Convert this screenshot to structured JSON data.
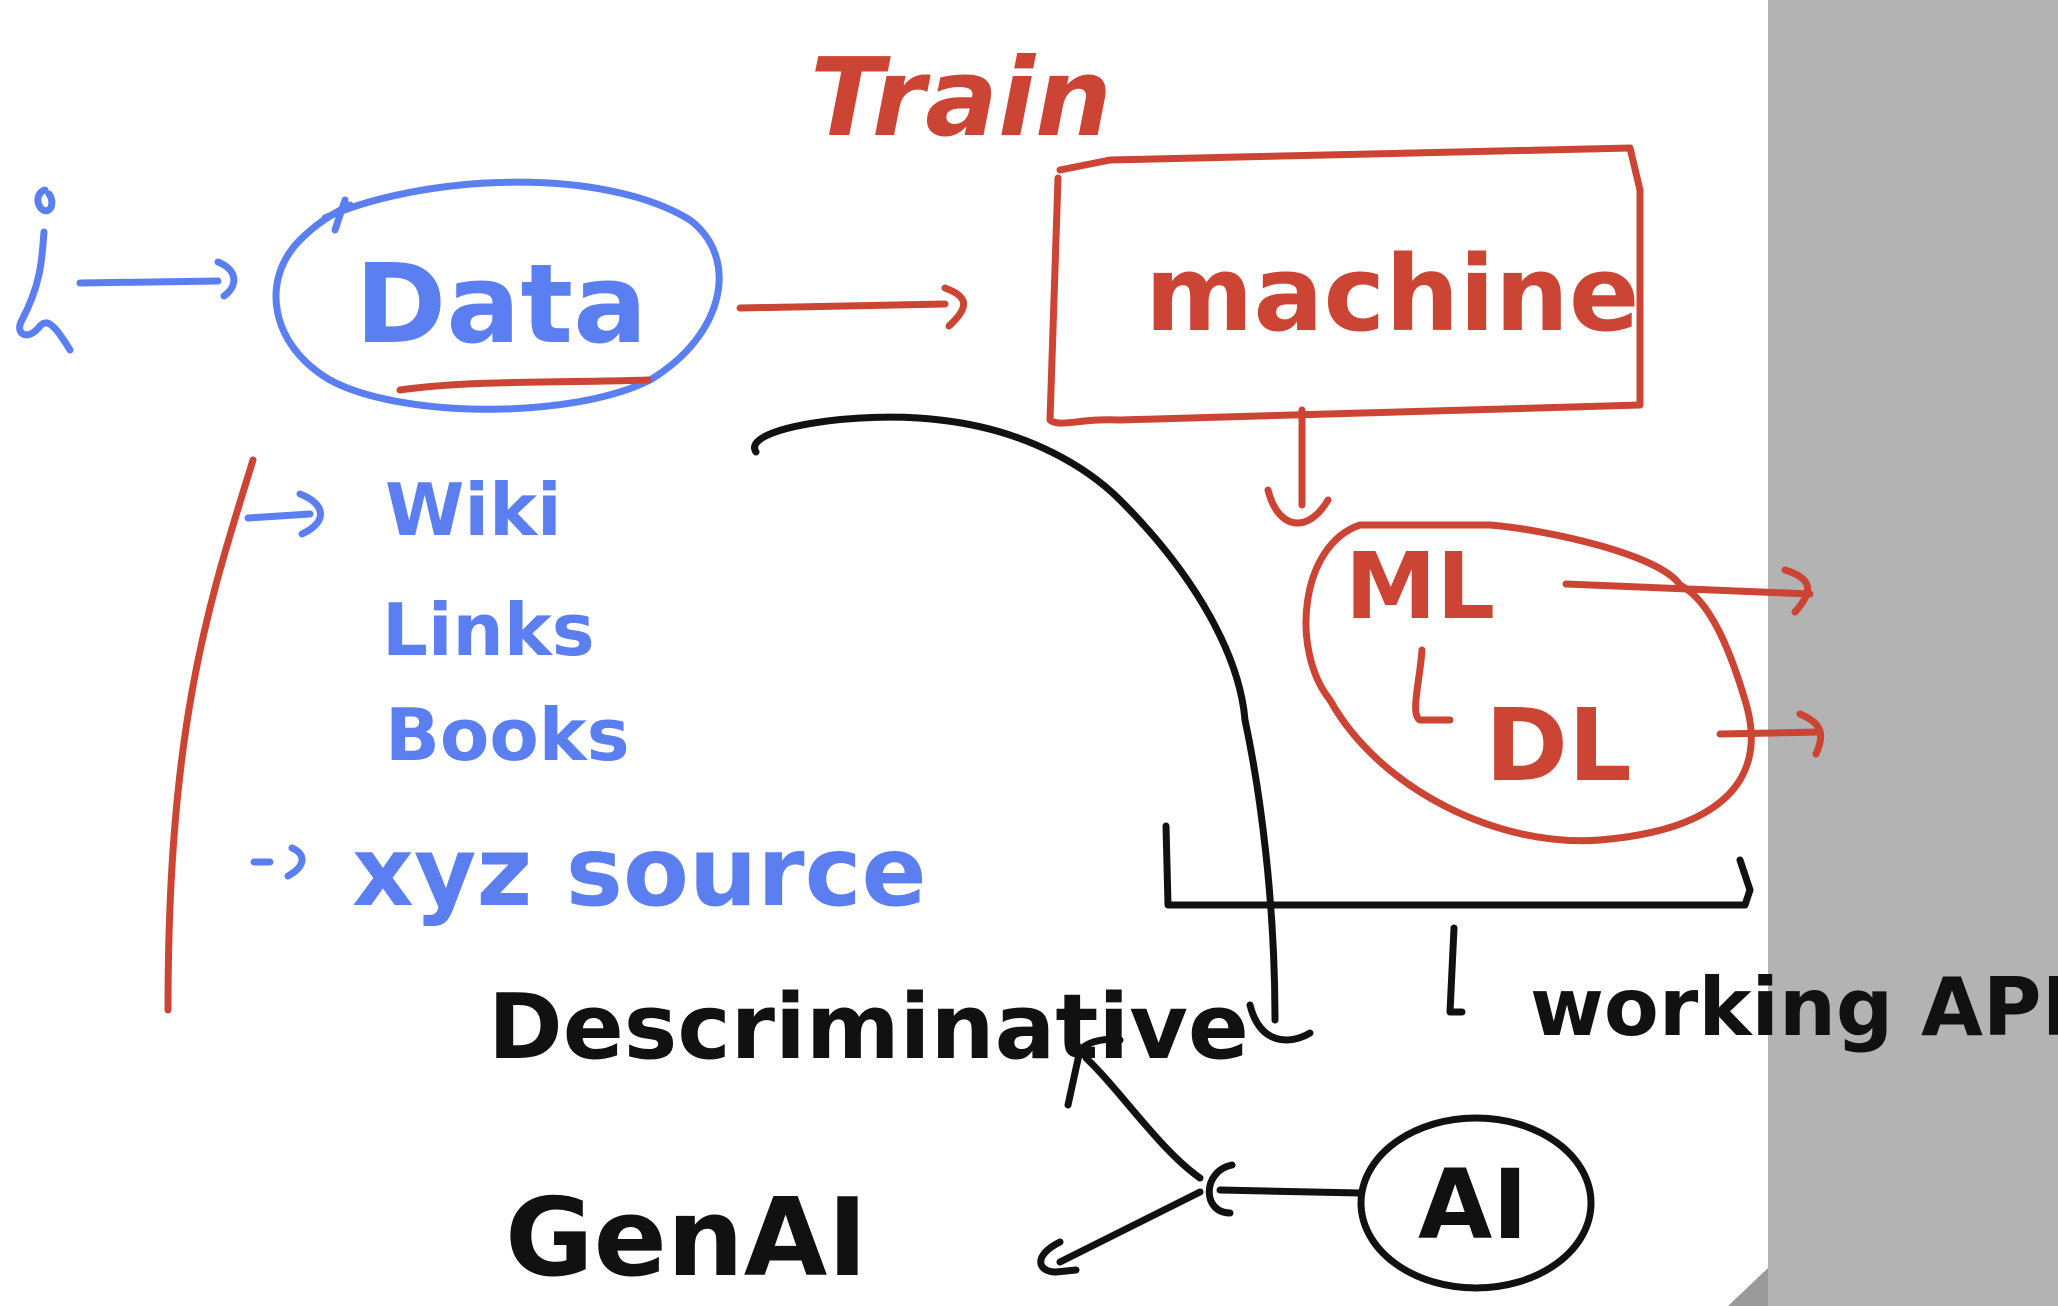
{
  "colors": {
    "blue": "#5B7FF0",
    "red": "#CC4433",
    "black": "#111111",
    "panel": "#B3B3B3",
    "panel_dark": "#9A9A9A"
  },
  "labels": {
    "train": "Train",
    "data": "Data",
    "machine": "machine",
    "ml": "ML",
    "dl": "DL",
    "wiki": "Wiki",
    "links": "Links",
    "books": "Books",
    "source": "xyz source",
    "descriminative": "Descriminative",
    "genai": "GenAI",
    "ai": "AI",
    "working_app": "working APP"
  }
}
